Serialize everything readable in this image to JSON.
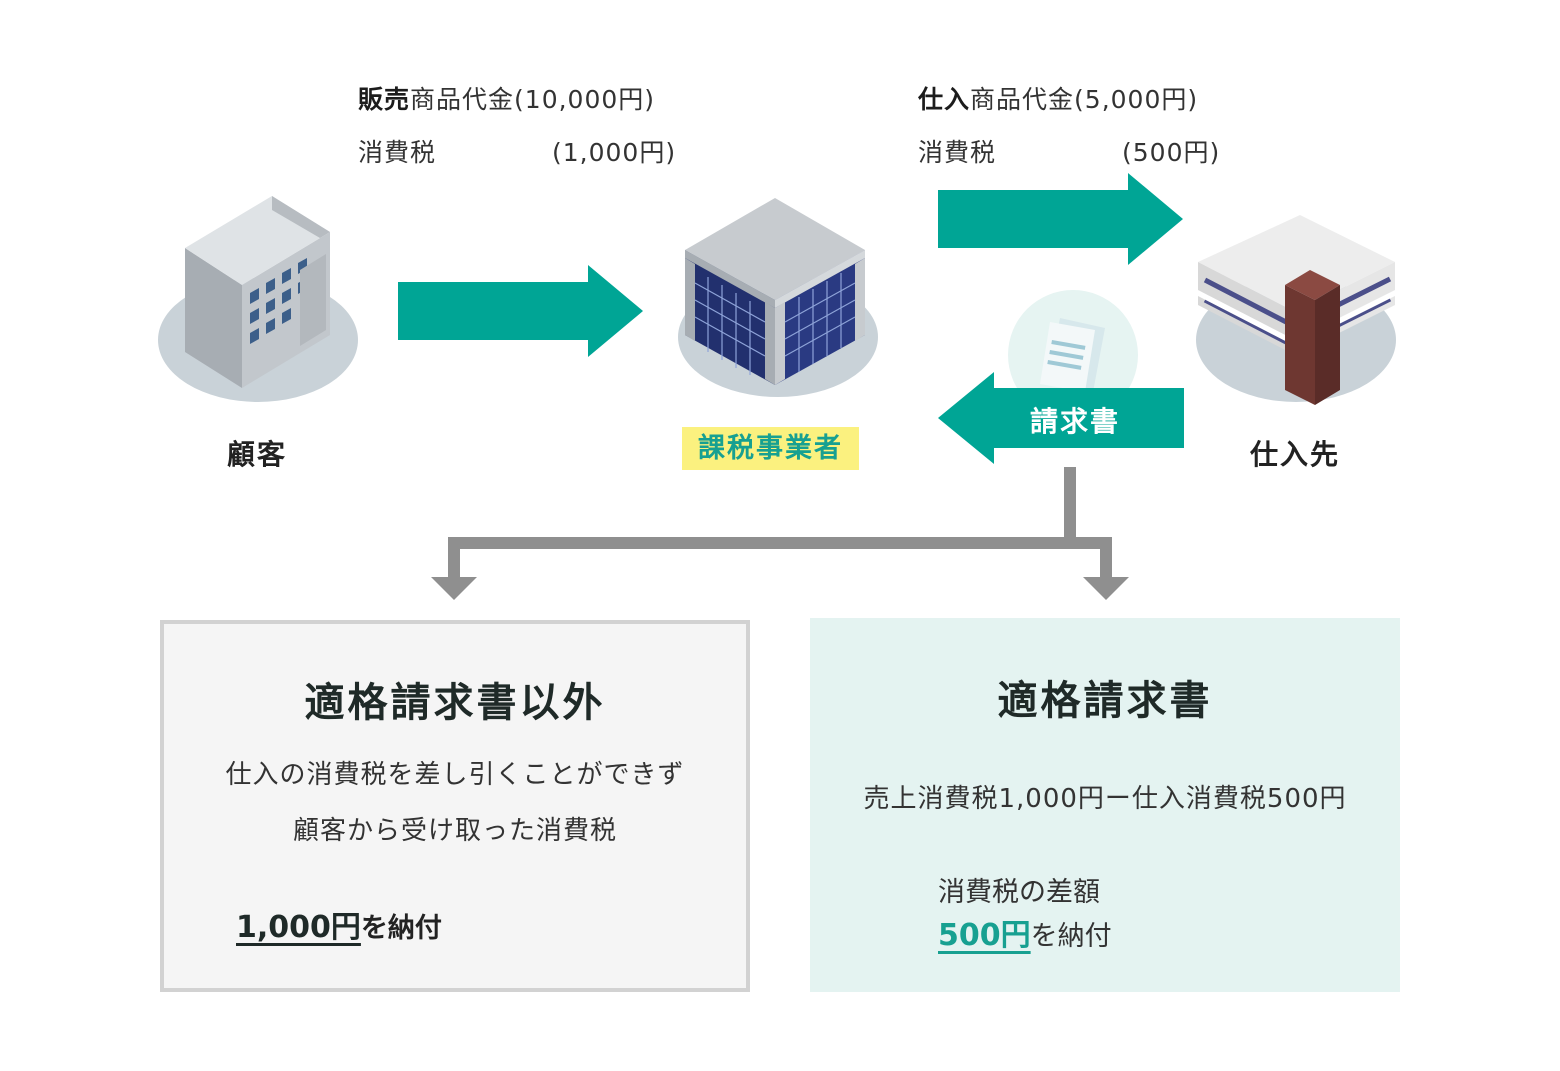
{
  "top_left": {
    "bold": "販売",
    "label1": "商品代金",
    "amount1": "(10,000円)",
    "label2": "消費税",
    "amount2": "(1,000円)"
  },
  "top_right": {
    "bold": "仕入",
    "label1": "商品代金",
    "amount1": "(5,000円)",
    "label2": "消費税",
    "amount2": "(500円)"
  },
  "entities": {
    "customer": "顧客",
    "business": "課税事業者",
    "supplier": "仕入先"
  },
  "invoice_arrow_label": "請求書",
  "left_box": {
    "title": "適格請求書以外",
    "line1": "仕入の消費税を差し引くことができず",
    "line2": "顧客から受け取った消費税",
    "amount": "1,000円",
    "suffix": "を納付"
  },
  "right_box": {
    "title": "適格請求書",
    "formula": "売上消費税1,000円ー仕入消費税500円",
    "diff_label": "消費税の差額",
    "amount": "500円",
    "suffix": "を納付"
  },
  "colors": {
    "teal": "#00a595",
    "highlight": "#fbf17f",
    "gray_arrow": "#8f8f8f"
  }
}
